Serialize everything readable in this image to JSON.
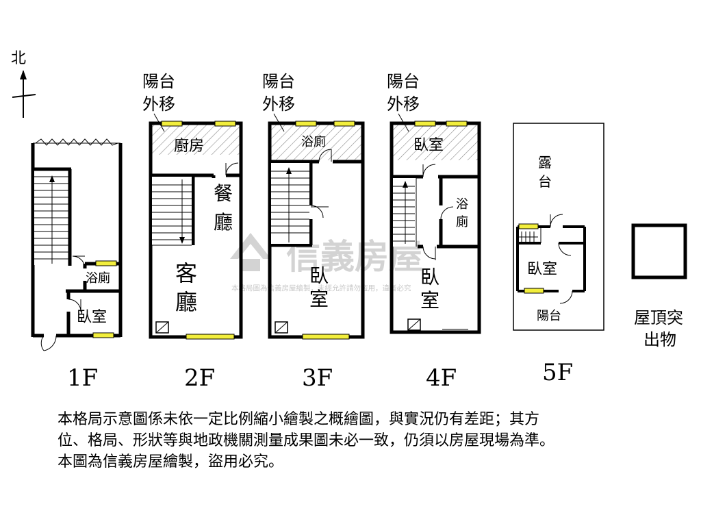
{
  "compass": {
    "label": "北"
  },
  "annotations": {
    "balcony_moved_line1": "陽台",
    "balcony_moved_line2": "外移"
  },
  "floors": {
    "f1": {
      "label": "1F",
      "rooms": {
        "bath": "浴廁",
        "bedroom": "臥室"
      }
    },
    "f2": {
      "label": "2F",
      "rooms": {
        "kitchen": "廚房",
        "dining_1": "餐",
        "dining_2": "廳",
        "living_1": "客",
        "living_2": "廳"
      }
    },
    "f3": {
      "label": "3F",
      "rooms": {
        "bath": "浴廁",
        "bedroom_1": "臥",
        "bedroom_2": "室"
      }
    },
    "f4": {
      "label": "4F",
      "rooms": {
        "bedroom_top": "臥室",
        "bath_1": "浴",
        "bath_2": "廁",
        "bedroom_1": "臥",
        "bedroom_2": "室"
      }
    },
    "f5": {
      "label": "5F",
      "rooms": {
        "terrace_1": "露",
        "terrace_2": "台",
        "bedroom": "臥室",
        "balcony": "陽台"
      }
    },
    "roof": {
      "label_line1": "屋頂突",
      "label_line2": "出物"
    }
  },
  "watermark": {
    "brand": "信義房屋",
    "notice": "本格局圖為信義房屋繪製，未經允許請勿盜用，違者必究"
  },
  "disclaimer": {
    "line1": "本格局示意圖係未依一定比例縮小繪製之概繪圖，與實況仍有差距；其方",
    "line2": "位、格局、形狀等與地政機關測量成果圖未必一致，仍須以房屋現場為準。",
    "line3": "本圖為信義房屋繪製，盜用必究。"
  },
  "colors": {
    "wall": "#000000",
    "window": "#f2ee3c",
    "hatch": "#8a8a8a",
    "watermark": "#cfcfcf"
  }
}
